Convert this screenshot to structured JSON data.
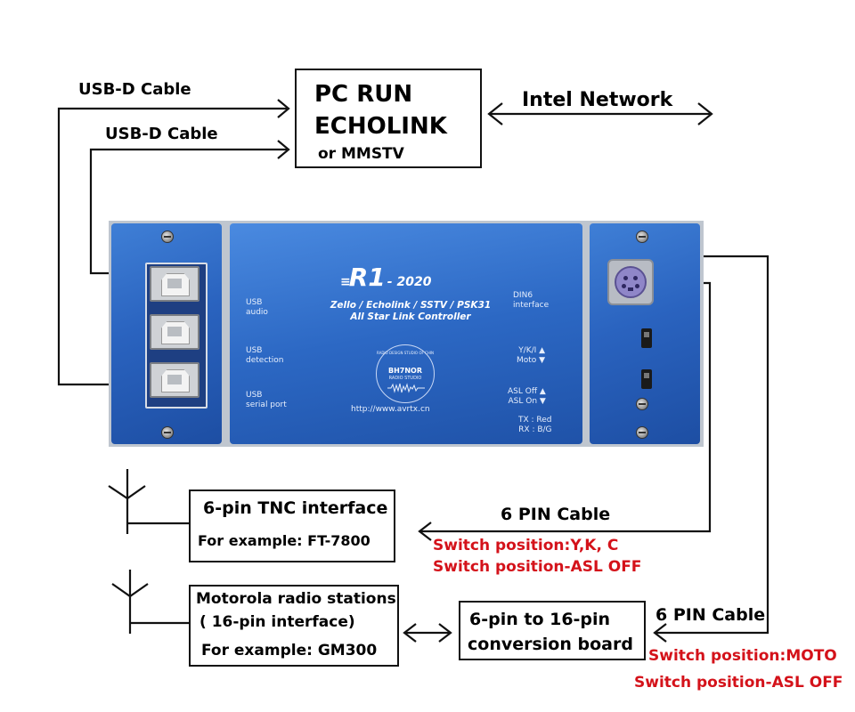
{
  "pc_box": {
    "line1": "PC RUN",
    "line2": "ECHOLINK",
    "line3": "or MMSTV"
  },
  "network_label": "Intel Network",
  "usb_cable_1": "USB-D Cable",
  "usb_cable_2": "USB-D Cable",
  "device": {
    "logo": "R1",
    "logo_suffix": "- 2020",
    "subtitle": "Zello / Echolink / SSTV / PSK31",
    "subtitle2": "All Star Link  Controller",
    "url": "http://www.avrtx.cn",
    "badge_call": "BH7NOR",
    "badge_top": "RADIO DESIGN STUDIO OF CHINA",
    "badge_bottom": "RADIO STUDIO",
    "left_labels": [
      {
        "l1": "USB",
        "l2": "audio"
      },
      {
        "l1": "USB",
        "l2": "detection"
      },
      {
        "l1": "USB",
        "l2": "serial port"
      }
    ],
    "right_labels": {
      "din": [
        "DIN6",
        "interface"
      ],
      "sw1": [
        "Y/K/I ▲",
        "Moto ▼"
      ],
      "sw2": [
        "ASL Off ▲",
        "ASL On ▼"
      ],
      "txrx": [
        "TX : Red",
        "RX : B/G"
      ]
    }
  },
  "tnc_box": {
    "title": "6-pin TNC interface",
    "example": "For example: FT-7800"
  },
  "moto_box": {
    "line1": "Motorola radio stations",
    "line2": "( 16-pin interface)",
    "example": "For example: GM300"
  },
  "conv_box": {
    "line1": "6-pin to 16-pin",
    "line2": "conversion board"
  },
  "cable_tnc": "6 PIN Cable",
  "cable_moto": "6 PIN Cable",
  "switch_tnc": [
    "Switch position:Y,K, C",
    "Switch position-ASL OFF"
  ],
  "switch_moto": [
    "Switch position:MOTO",
    "Switch position-ASL OFF"
  ],
  "colors": {
    "switch_note": "#d4121a",
    "device_blue": "#2a63bf"
  }
}
